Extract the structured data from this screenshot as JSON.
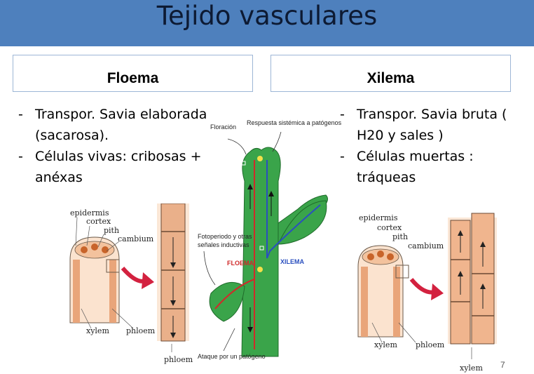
{
  "slide": {
    "title": "Tejido vasculares",
    "page_number": "7"
  },
  "floema": {
    "heading": "Floema",
    "bullets": [
      "Transpor. Savia elaborada (sacarosa).",
      " Células vivas: cribosas +   anéxas"
    ],
    "diagram_labels": {
      "epidermis": "epidermis",
      "cortex": "cortex",
      "pith": "pith",
      "cambium": "cambium",
      "xylem": "xylem",
      "phloem": "phloem",
      "phloem_bottom": "phloem"
    }
  },
  "xilema": {
    "heading": "Xilema",
    "bullets": [
      "Transpor. Savia bruta ( H20 y sales )",
      "Células muertas : tráqueas"
    ],
    "diagram_labels": {
      "epidermis": "epidermis",
      "cortex": "cortex",
      "pith": "pith",
      "cambium": "cambium",
      "xylem": "xylem",
      "phloem": "phloem",
      "xylem_bottom": "xylem"
    }
  },
  "plant_diagram": {
    "floracion": "Floración",
    "respuesta": "Respuesta sistémica a  patógenos",
    "fotoperiodo_1": "Fotoperiodo y otras",
    "fotoperiodo_2": "señales inductivas",
    "floema_label": "FLOEMA",
    "xilema_label": "XILEMA",
    "ataque": "Ataque por un patógeno"
  },
  "colors": {
    "title_bar": "#4e80bd",
    "plant_green": "#3aa44a",
    "floema_red": "#d02a2a",
    "xilema_blue": "#2a4fbf",
    "cell_orange": "#e9a57a"
  }
}
